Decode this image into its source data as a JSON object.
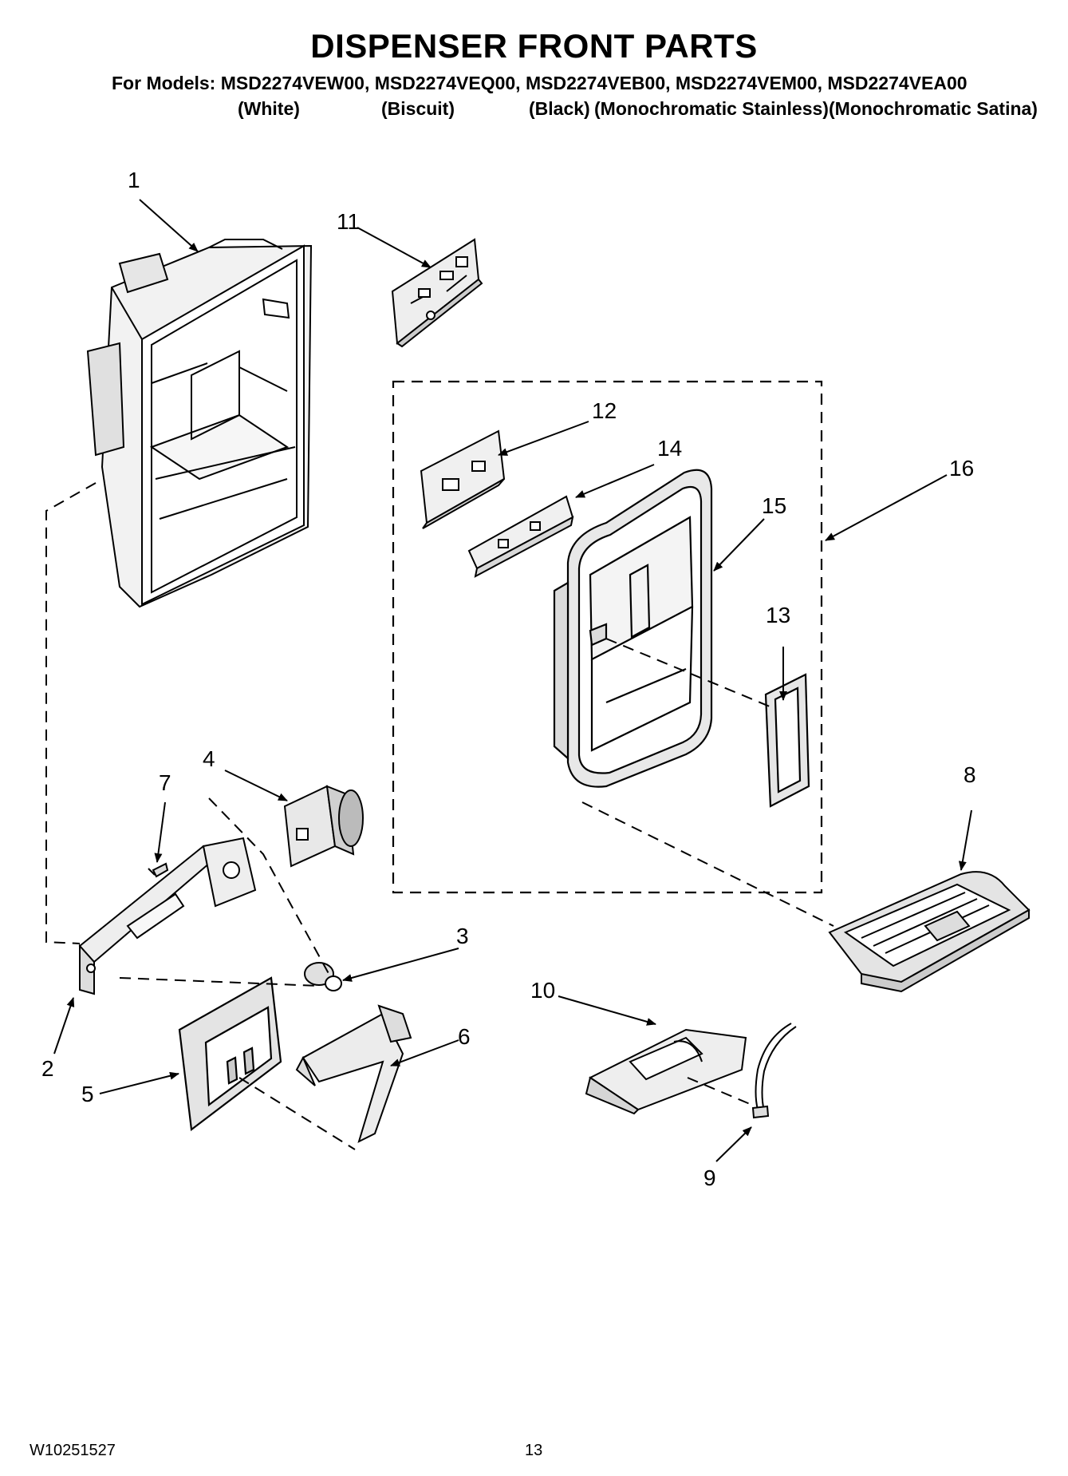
{
  "header": {
    "title": "DISPENSER FRONT PARTS",
    "models_line": "For Models: MSD2274VEW00, MSD2274VEQ00, MSD2274VEB00, MSD2274VEM00, MSD2274VEA00",
    "finishes": [
      "(White)",
      "(Biscuit)",
      "(Black)",
      "(Monochromatic Stainless)",
      "(Monochromatic Satina)"
    ]
  },
  "callouts": [
    "1",
    "2",
    "3",
    "4",
    "5",
    "6",
    "7",
    "8",
    "9",
    "10",
    "11",
    "12",
    "13",
    "14",
    "15",
    "16"
  ],
  "footer": {
    "doc_number": "W10251527",
    "page_number": "13"
  }
}
